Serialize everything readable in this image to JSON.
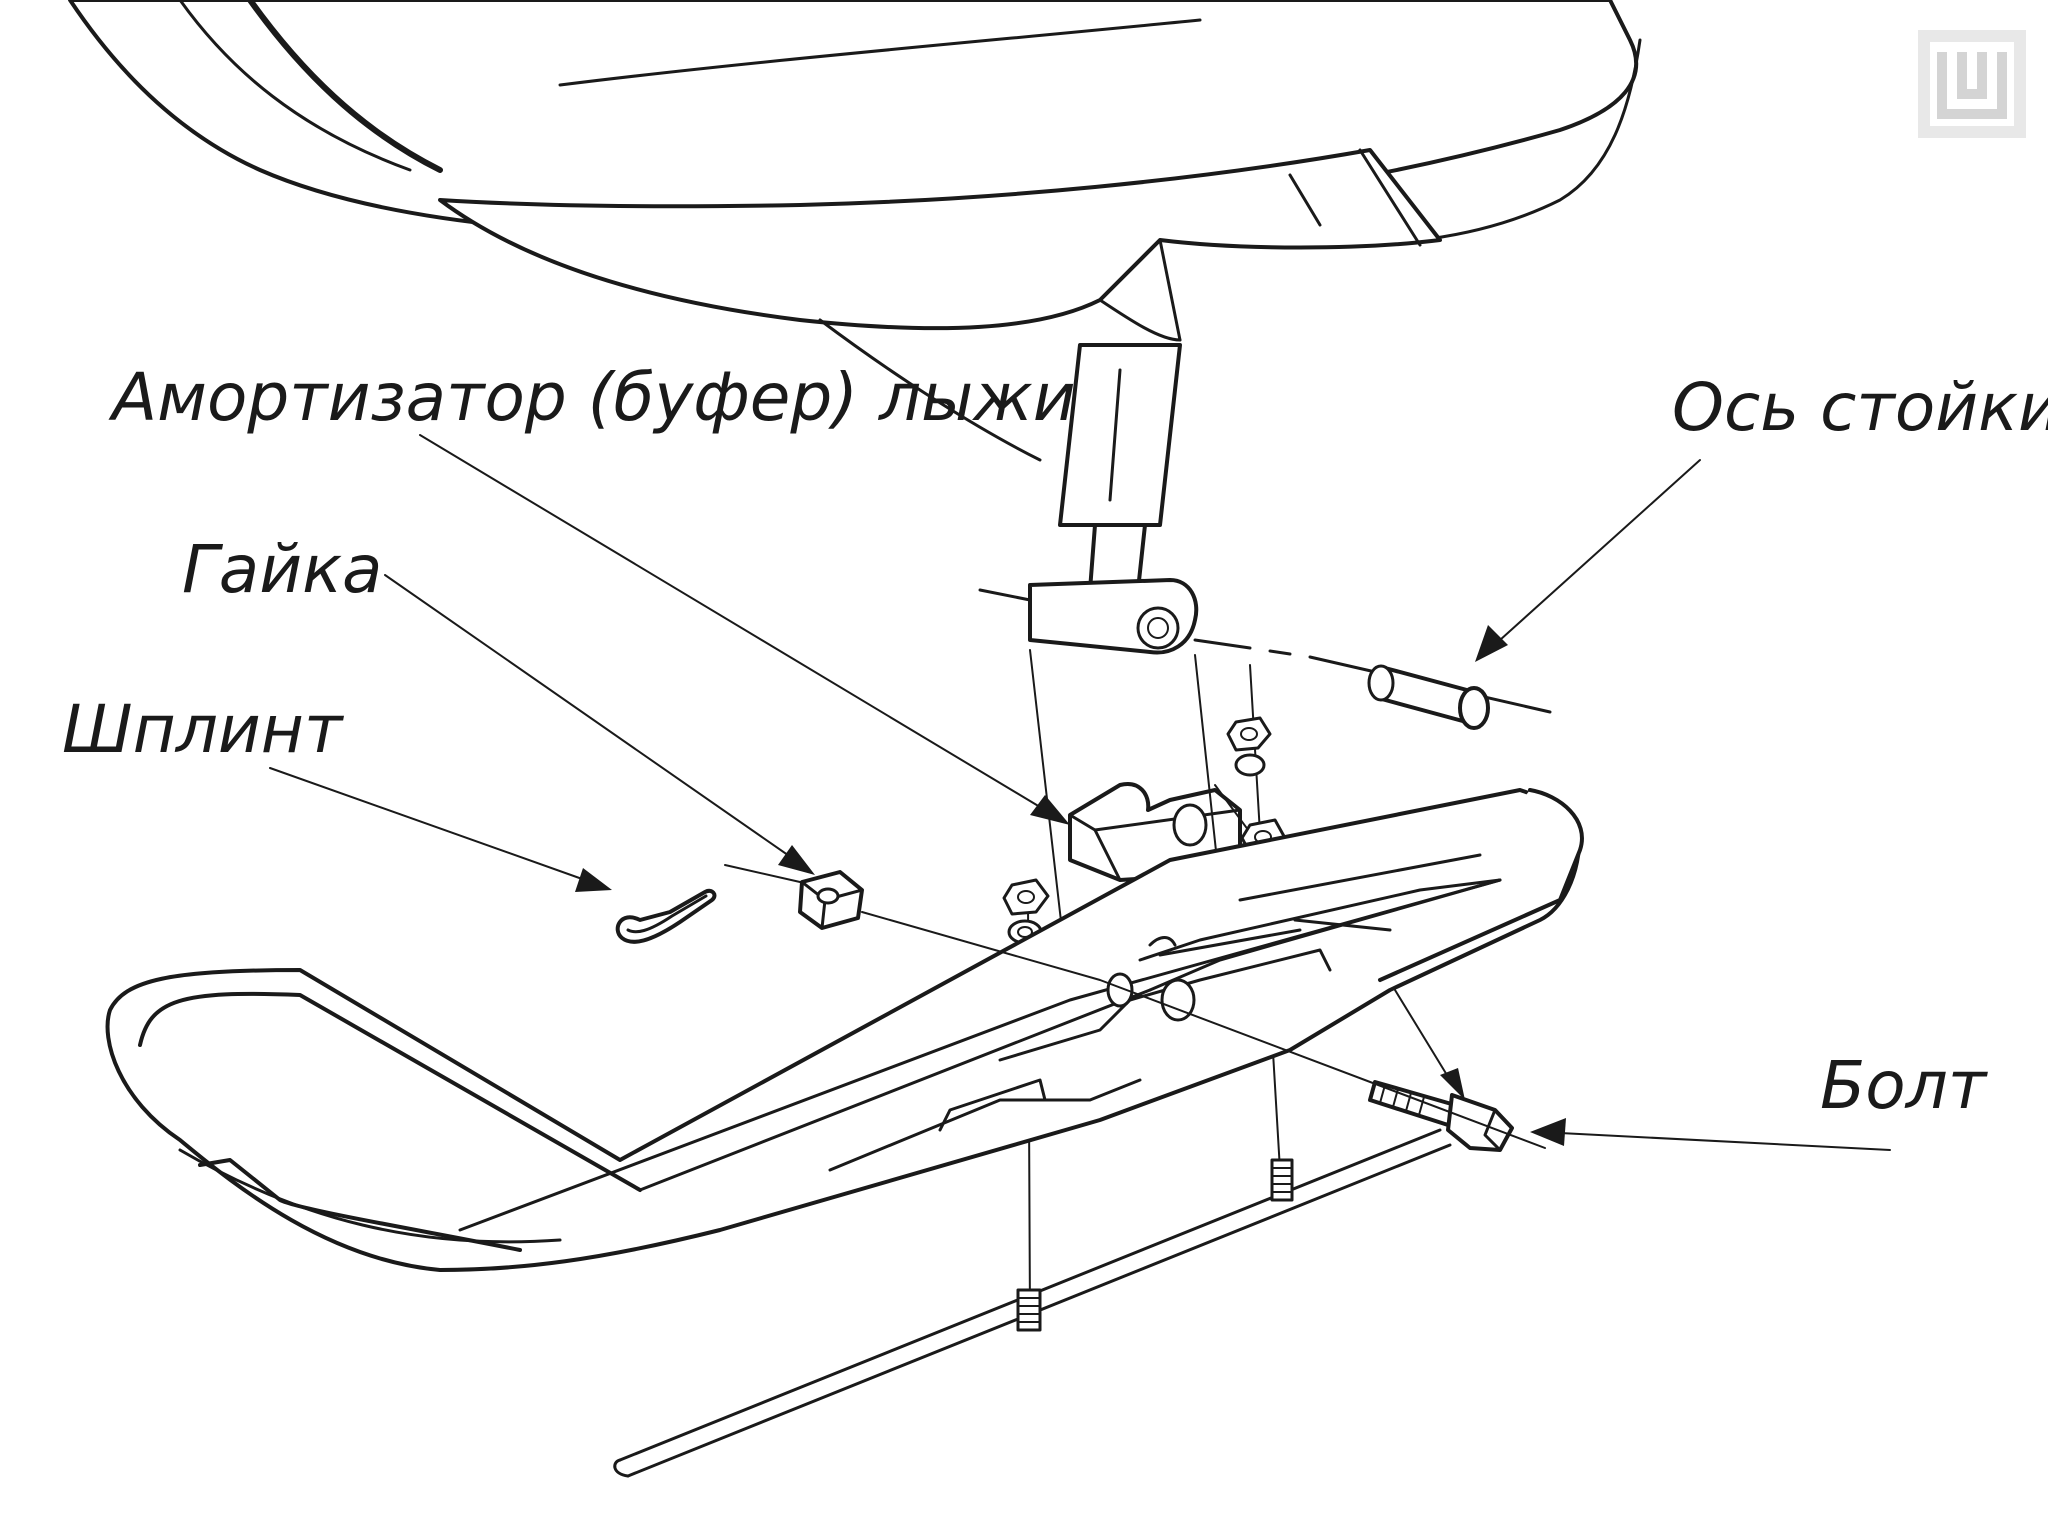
{
  "diagram": {
    "labels": {
      "shock_absorber": "Амортизатор (буфер) лыжи",
      "strut_axle": "Ось стойки",
      "nut": "Гайка",
      "cotter_pin": "Шплинт",
      "bolt": "Болт"
    },
    "colors": {
      "line": "#1a1a1a",
      "background": "#ffffff",
      "watermark": "#d8d8d8"
    }
  }
}
